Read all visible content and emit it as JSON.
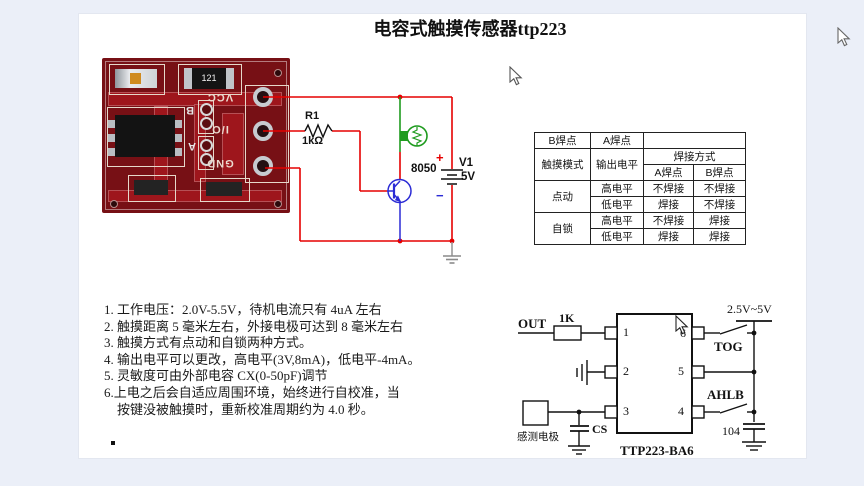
{
  "title": "电容式触摸传感器ttp223",
  "colors": {
    "background": "#ebeff8",
    "page": "#ffffff",
    "wire_red": "#e60000",
    "wire_green": "#1f9b1f",
    "component_blue": "#2b2bd5",
    "board_red": "#771015"
  },
  "pcb": {
    "resistor_marking": "121",
    "jumper_b": "B",
    "jumper_a": "A",
    "pin_vcc": "VCC",
    "pin_io": "I/O",
    "pin_gnd": "GND"
  },
  "circuit": {
    "r1_ref": "R1",
    "r1_value": "1kΩ",
    "transistor_ref": "8050",
    "battery_ref": "V1",
    "battery_value": "5V",
    "plus_sign": "+",
    "minus_sign": "−"
  },
  "mode_table": {
    "corner_b": "B焊点",
    "corner_a": "A焊点",
    "h_mode": "触摸模式",
    "h_level": "输出电平",
    "h_weld": "焊接方式",
    "h_weld_a": "A焊点",
    "h_weld_b": "B焊点",
    "rows": [
      {
        "mode": "点动",
        "level": "高电平",
        "a": "不焊接",
        "b": "不焊接"
      },
      {
        "level": "低电平",
        "a": "焊接",
        "b": "不焊接"
      },
      {
        "mode": "自锁",
        "level": "高电平",
        "a": "不焊接",
        "b": "焊接"
      },
      {
        "level": "低电平",
        "a": "焊接",
        "b": "焊接"
      }
    ]
  },
  "notes": [
    "1. 工作电压：2.0V-5.5V，待机电流只有 4uA 左右",
    "2. 触摸距离 5 毫米左右，外接电极可达到 8 毫米左右",
    "3. 触摸方式有点动和自锁两种方式。",
    "4. 输出电平可以更改，高电平(3V,8mA)，低电平-4mA。",
    "5. 灵敏度可由外部电容 CX(0-50pF)调节",
    "6.上电之后会自适应周围环境，始终进行自校准，当",
    "按键没被触摸时，重新校准周期约为 4.0 秒。"
  ],
  "ttp": {
    "out_label": "OUT",
    "series_resistor": "1K",
    "supply_label": "2.5V~5V",
    "tog_label": "TOG",
    "ahlb_label": "AHLB",
    "cs_label": "CS",
    "cap_label": "104",
    "electrode_label": "感测电极",
    "chip_label": "TTP223-BA6",
    "pin1": "1",
    "pin2": "2",
    "pin3": "3",
    "pin4": "4",
    "pin5": "5",
    "pin6": "6"
  }
}
